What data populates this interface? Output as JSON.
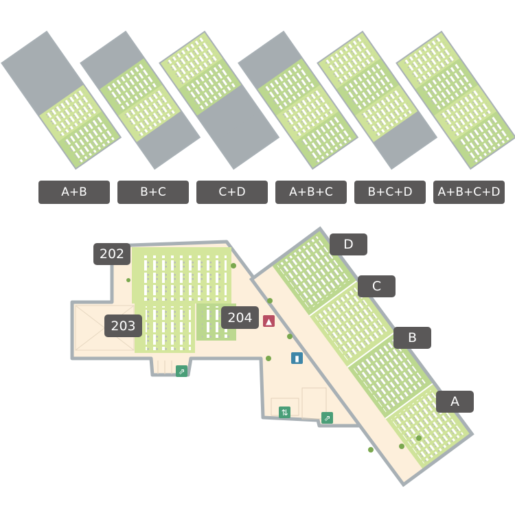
{
  "thumbnails": [
    {
      "label": "A+B",
      "sections": [
        "A",
        "B"
      ]
    },
    {
      "label": "B+C",
      "sections": [
        "B",
        "C"
      ]
    },
    {
      "label": "C+D",
      "sections": [
        "C",
        "D"
      ]
    },
    {
      "label": "A+B+C",
      "sections": [
        "A",
        "B",
        "C"
      ]
    },
    {
      "label": "B+C+D",
      "sections": [
        "B",
        "C",
        "D"
      ]
    },
    {
      "label": "A+B+C+D",
      "sections": [
        "A",
        "B",
        "C",
        "D"
      ]
    }
  ],
  "rooms": {
    "r202": "202",
    "r203": "203",
    "r204": "204"
  },
  "sections": {
    "D": "D",
    "C": "C",
    "B": "B",
    "A": "A"
  },
  "icons": {
    "women": "women-restroom-icon",
    "men": "men-restroom-icon",
    "elevator": "elevator-icon",
    "stairs": "stairs-icon"
  },
  "colors": {
    "selected": "#cfe39a",
    "selected_alt": "#bcd88f",
    "unselected": "#a6adb1",
    "floor": "#fdefdb",
    "wall": "#a8b0b5",
    "tag": "#5a5858"
  }
}
